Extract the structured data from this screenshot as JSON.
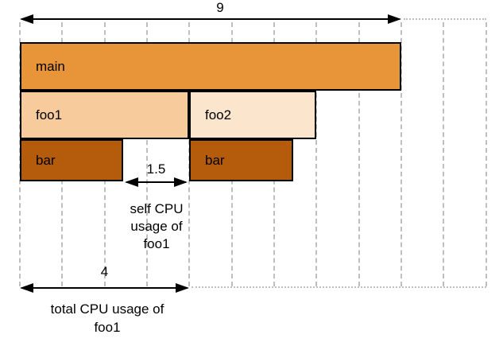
{
  "colors": {
    "main_fill": "#e89438",
    "foo1_fill": "#f8cb9d",
    "foo2_fill": "#fbe5cd",
    "bar_fill": "#b45c0c",
    "border": "#000000",
    "grid": "#bfbfbf",
    "text": "#000000"
  },
  "frames": [
    {
      "label": "main",
      "start": 0,
      "duration": 9,
      "depth": 0
    },
    {
      "label": "foo1",
      "start": 0,
      "duration": 4,
      "depth": 1
    },
    {
      "label": "foo2",
      "start": 4,
      "duration": 3,
      "depth": 1
    },
    {
      "label": "bar",
      "start": 0,
      "duration": 2.5,
      "depth": 2
    },
    {
      "label": "bar",
      "start": 4,
      "duration": 2.5,
      "depth": 2
    }
  ],
  "annotations": {
    "total_program": {
      "value": "9"
    },
    "self_usage": {
      "value": "1.5",
      "caption": "self CPU\nusage of\nfoo1"
    },
    "total_usage": {
      "value": "4",
      "caption": "total CPU usage of\nfoo1"
    }
  },
  "scale": {
    "units_shown_by_grid": 11,
    "unit_count_program": 9
  }
}
